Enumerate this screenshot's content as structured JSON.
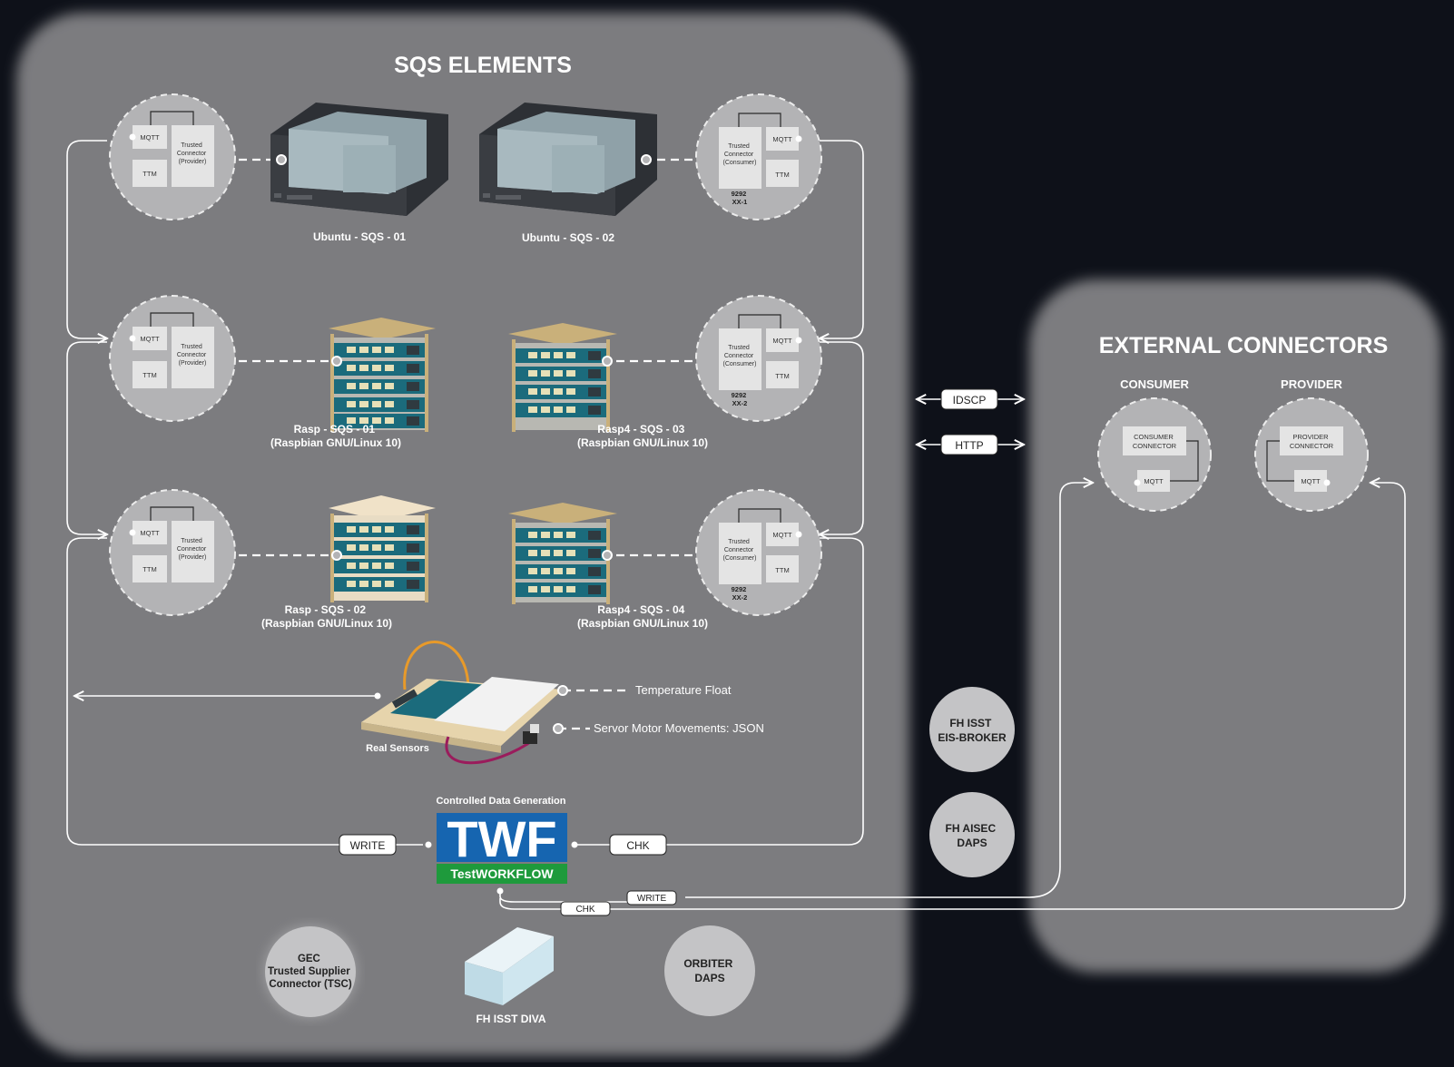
{
  "titles": {
    "sqs": "SQS ELEMENTS",
    "external": "EXTERNAL CONNECTORS",
    "consumer": "CONSUMER",
    "provider": "PROVIDER"
  },
  "connector_labels": {
    "mqtt": "MQTT",
    "ttm": "TTM",
    "tc_provider": [
      "Trusted",
      "Connector",
      "(Provider)"
    ],
    "tc_consumer": [
      "Trusted",
      "Connector",
      "(Consumer)"
    ]
  },
  "ports": {
    "row1": [
      "9292",
      "XX-1"
    ],
    "row2": [
      "9292",
      "XX-2"
    ],
    "row3": [
      "9292",
      "XX-2"
    ]
  },
  "devices": {
    "ubuntu1": "Ubuntu - SQS - 01",
    "ubuntu2": "Ubuntu - SQS - 02",
    "rasp1": [
      "Rasp - SQS - 01",
      "(Raspbian GNU/Linux 10)"
    ],
    "rasp3": [
      "Rasp4 - SQS - 03",
      "(Raspbian GNU/Linux 10)"
    ],
    "rasp2": [
      "Rasp - SQS - 02",
      "(Raspbian GNU/Linux 10)"
    ],
    "rasp4": [
      "Rasp4 - SQS - 04",
      "(Raspbian GNU/Linux 10)"
    ]
  },
  "sensors": {
    "label": "Real Sensors",
    "temp": "Temperature Float",
    "servo": "Servor Motor Movements: JSON"
  },
  "twf": {
    "caption": "Controlled Data Generation",
    "logo": "TWF",
    "sub": "TestWORKFLOW",
    "write": "WRITE",
    "chk": "CHK"
  },
  "bottom": {
    "gec": [
      "GEC",
      "Trusted Supplier",
      "Connector (TSC)"
    ],
    "diva": "FH ISST DIVA",
    "orbiter": [
      "ORBITER",
      "DAPS"
    ]
  },
  "protocols": {
    "idscp": "IDSCP",
    "http": "HTTP"
  },
  "brokers": {
    "eis": [
      "FH ISST",
      "EIS-BROKER"
    ],
    "aisec": [
      "FH AISEC",
      "DAPS"
    ]
  },
  "external": {
    "consumer_conn": [
      "CONSUMER",
      "CONNECTOR"
    ],
    "provider_conn": [
      "PROVIDER",
      "CONNECTOR"
    ],
    "mqtt": "MQTT"
  },
  "colors": {
    "background": "#0e1119",
    "panel": "#7b7c7f",
    "twf_blue": "#1665b0",
    "twf_green": "#1e9a3c"
  }
}
